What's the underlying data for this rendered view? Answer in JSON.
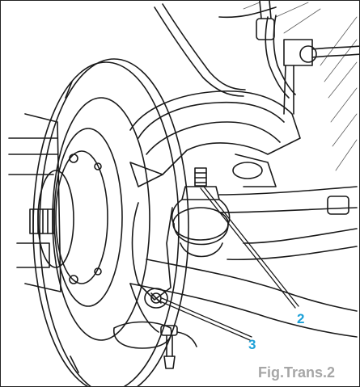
{
  "figure": {
    "caption": "Fig.Trans.2",
    "callouts": [
      {
        "label": "2"
      },
      {
        "label": "3"
      }
    ]
  },
  "colors": {
    "line": "#1a1a1a",
    "callout": "#1da1d8",
    "caption": "#a6a6a6"
  }
}
